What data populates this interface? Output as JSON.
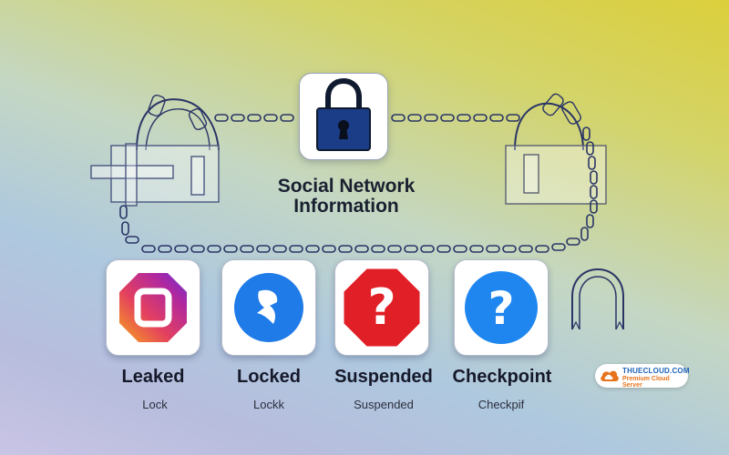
{
  "center": {
    "title_line1": "Social Network",
    "title_line2": "Information"
  },
  "statuses": [
    {
      "label": "Leaked",
      "sub": "Lock"
    },
    {
      "label": "Locked",
      "sub": "Lockk"
    },
    {
      "label": "Suspended",
      "sub": "Suspended"
    },
    {
      "label": "Checkpoint",
      "sub": "Checkpif"
    }
  ],
  "badge": {
    "name": "THUECLOUD.COM",
    "tagline": "Premium Cloud Server"
  },
  "colors": {
    "lock_navy": "#1b3d87",
    "instagram_gradient": [
      "#f7a51c",
      "#e4405f",
      "#b0289f",
      "#6a2fd3"
    ],
    "blue_app": "#1f7be8",
    "stop_red": "#e11f26",
    "help_blue": "#1f86ef",
    "chain": "#2a3566",
    "badge_blue": "#1e63b8",
    "badge_orange": "#e7731c"
  },
  "icons": {
    "center": "padlock-icon",
    "tile_1": "instagram-icon",
    "tile_2": "blue-app-icon",
    "tile_3": "stop-question-icon",
    "tile_4": "help-question-icon",
    "right_extra": "shackle-icon"
  }
}
